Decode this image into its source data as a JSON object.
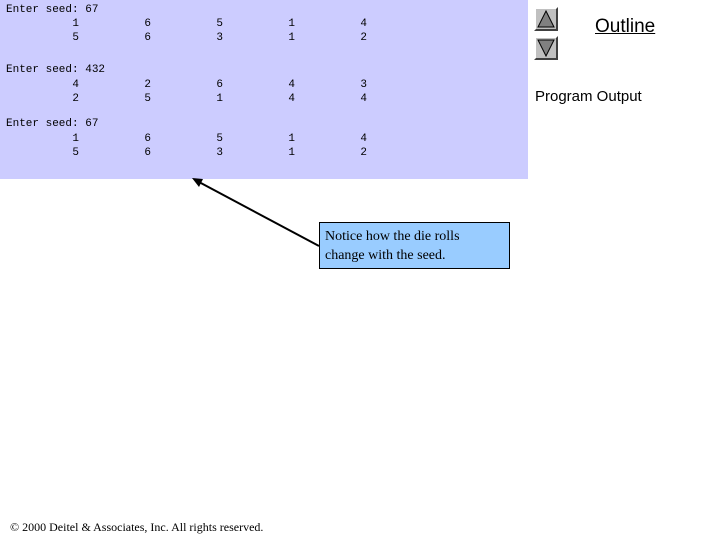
{
  "program_output": {
    "runs": [
      {
        "prompt": "Enter seed: 67",
        "rows": [
          [
            "1",
            "6",
            "5",
            "1",
            "4"
          ],
          [
            "5",
            "6",
            "3",
            "1",
            "2"
          ]
        ]
      },
      {
        "prompt": "Enter seed: 432",
        "rows": [
          [
            "4",
            "2",
            "6",
            "4",
            "3"
          ],
          [
            "2",
            "5",
            "1",
            "4",
            "4"
          ]
        ]
      },
      {
        "prompt": "Enter seed: 67",
        "rows": [
          [
            "1",
            "6",
            "5",
            "1",
            "4"
          ],
          [
            "5",
            "6",
            "3",
            "1",
            "2"
          ]
        ]
      }
    ]
  },
  "nav": {
    "up_icon": "triangle-up-icon",
    "down_icon": "triangle-down-icon"
  },
  "sidebar": {
    "outline_label": "Outline",
    "section_label": "Program Output"
  },
  "callout": {
    "line1": "Notice how the die rolls",
    "line2": "change with the seed."
  },
  "footer": {
    "copyright": "© 2000 Deitel & Associates, Inc.  All rights reserved."
  },
  "colors": {
    "output_bg": "#ccccff",
    "callout_bg": "#99ccff",
    "button_face": "#c0c0c0"
  }
}
